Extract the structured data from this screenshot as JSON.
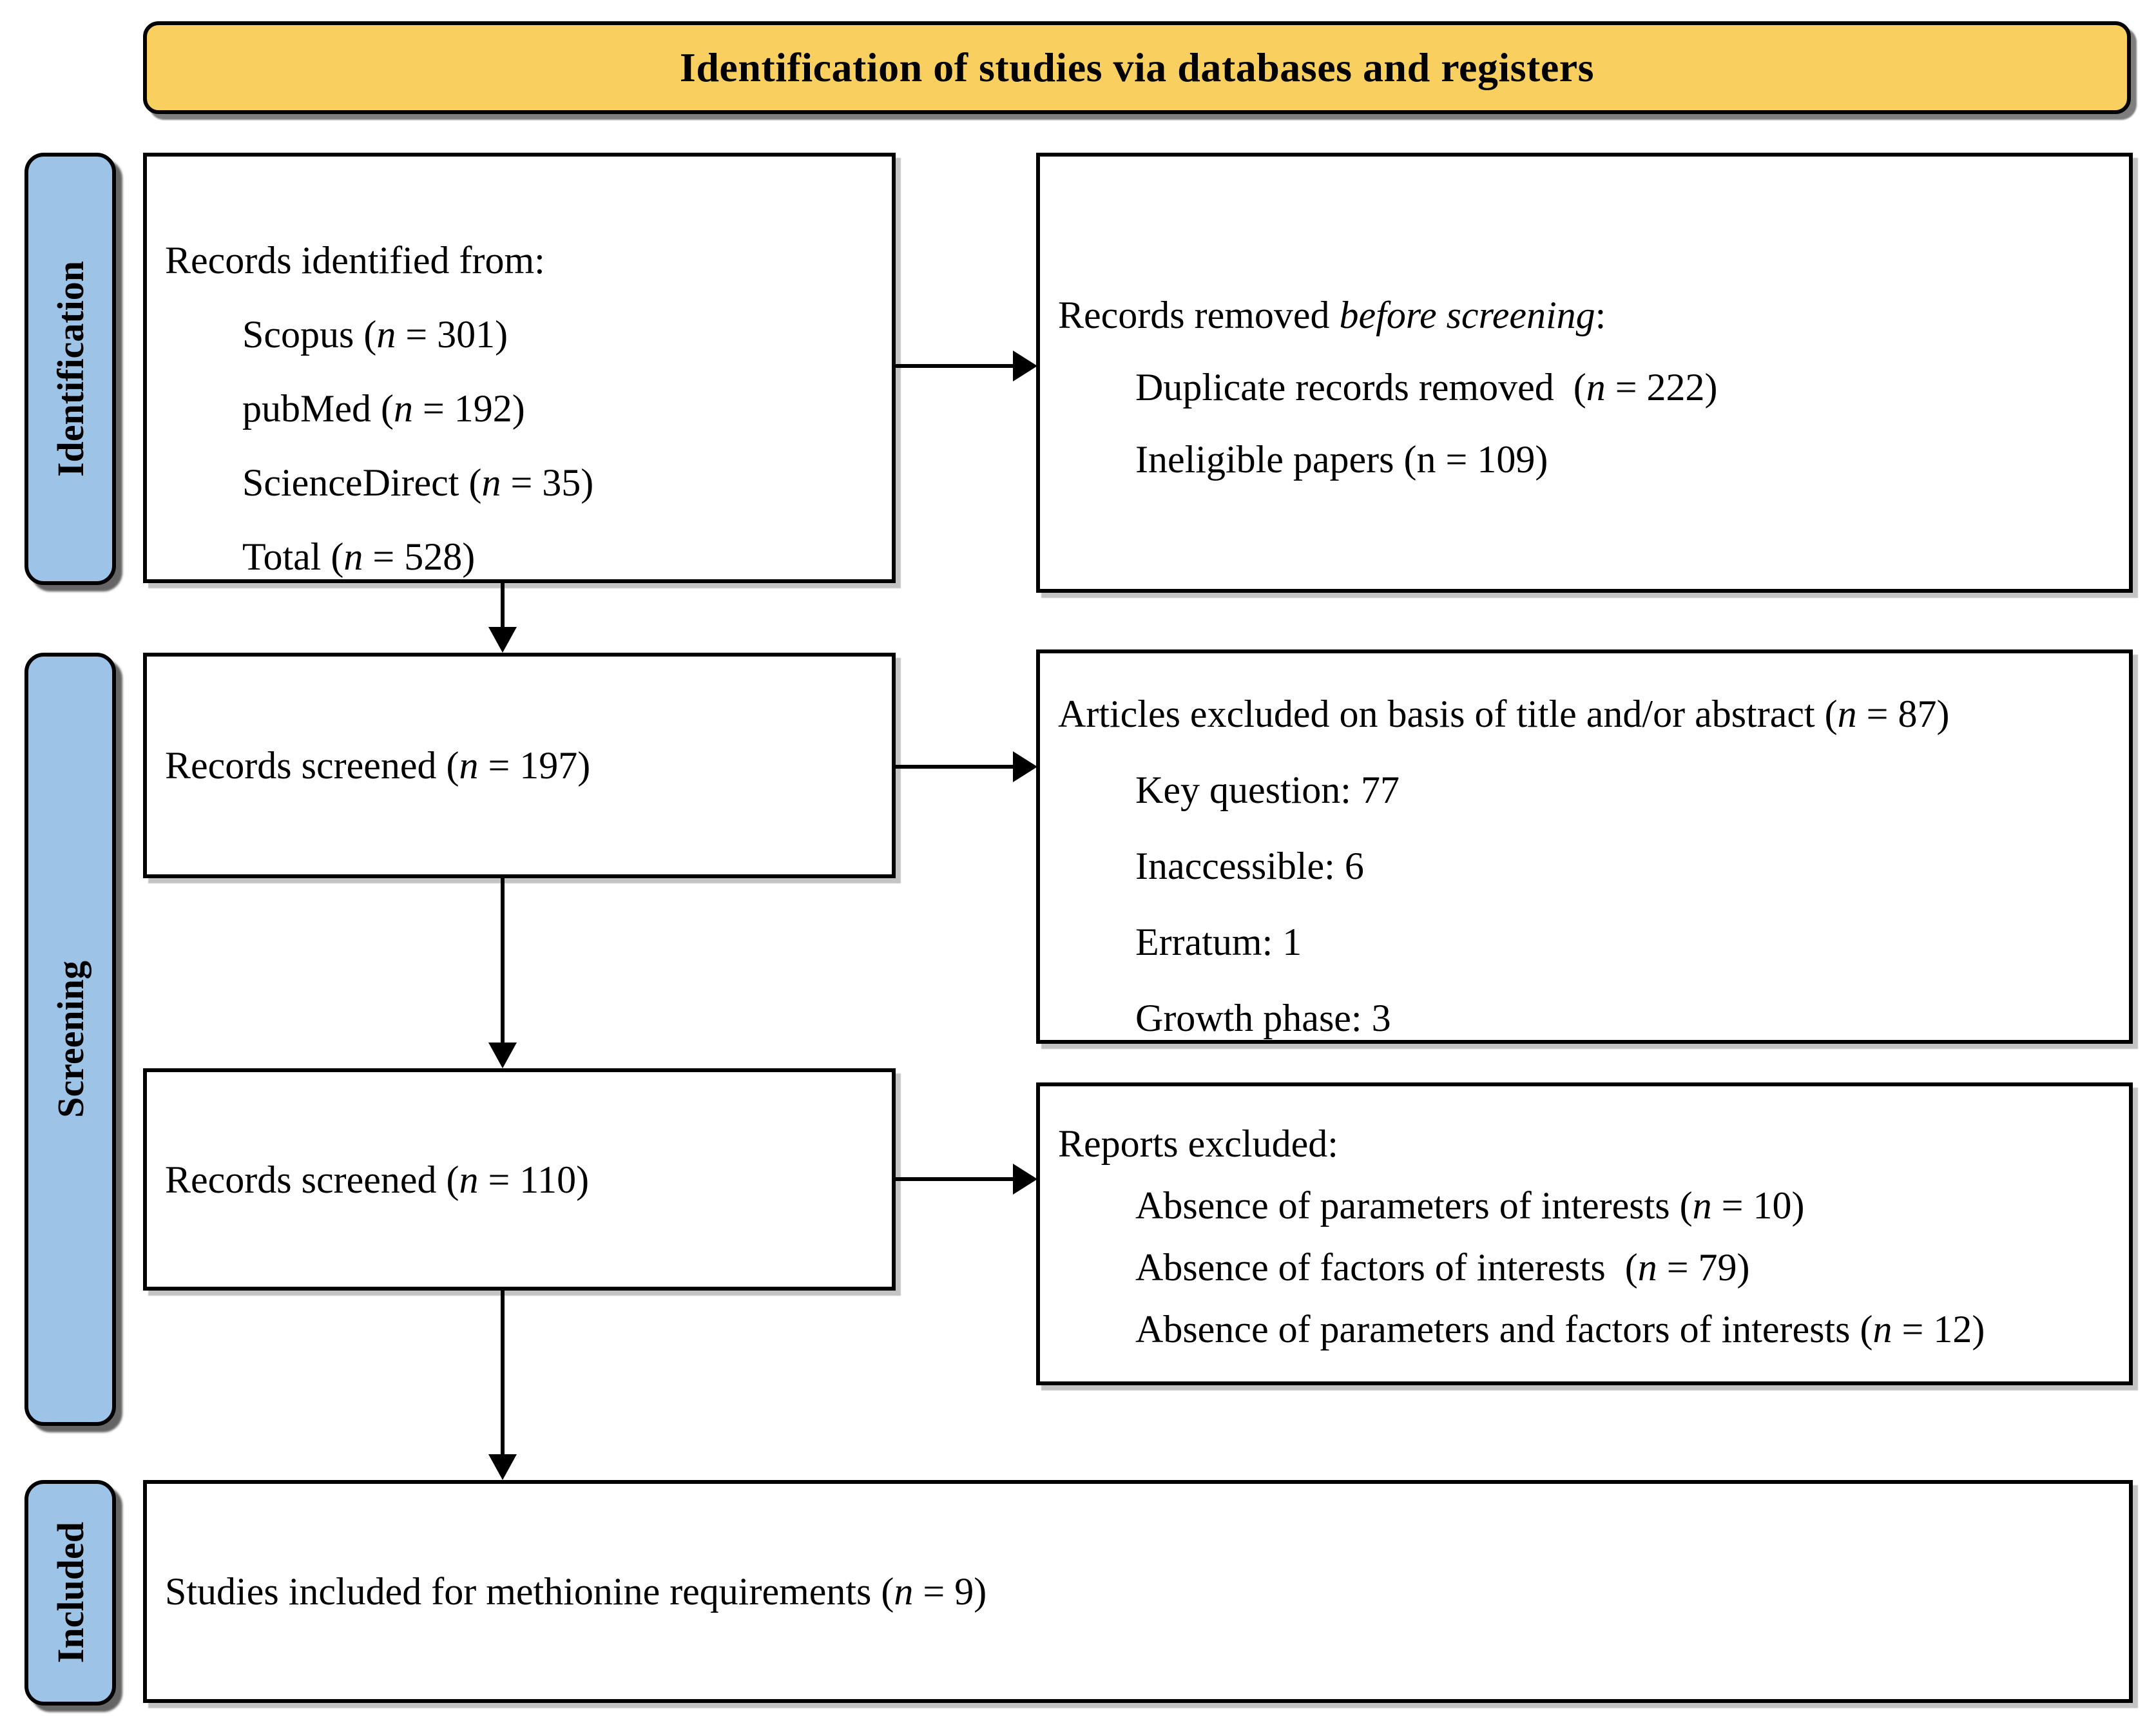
{
  "diagram": {
    "title": "Identification of studies via databases and registers",
    "stages": {
      "identification": "Identification",
      "screening": "Screening",
      "included": "Included"
    },
    "boxes": {
      "records_identified": {
        "lines": [
          [
            {
              "t": "Records identified from:",
              "i": false
            }
          ],
          [
            {
              "t": "Scopus (",
              "i": false
            },
            {
              "t": "n",
              "i": true
            },
            {
              "t": " = 301)",
              "i": false
            }
          ],
          [
            {
              "t": "pubMed (",
              "i": false
            },
            {
              "t": "n",
              "i": true
            },
            {
              "t": " = 192)",
              "i": false
            }
          ],
          [
            {
              "t": "ScienceDirect (",
              "i": false
            },
            {
              "t": "n",
              "i": true
            },
            {
              "t": " = 35)",
              "i": false
            }
          ],
          [
            {
              "t": "Total (",
              "i": false
            },
            {
              "t": "n",
              "i": true
            },
            {
              "t": " = 528)",
              "i": false
            }
          ]
        ]
      },
      "records_removed": {
        "lines": [
          [
            {
              "t": "Records removed ",
              "i": false
            },
            {
              "t": "before screening",
              "i": true
            },
            {
              "t": ":",
              "i": false
            }
          ],
          [
            {
              "t": "Duplicate records removed  (",
              "i": false
            },
            {
              "t": "n",
              "i": true
            },
            {
              "t": " = 222)",
              "i": false
            }
          ],
          [
            {
              "t": "Ineligible papers (n = 109)",
              "i": false
            }
          ]
        ]
      },
      "records_screened_197": {
        "lines": [
          [
            {
              "t": "Records screened (",
              "i": false
            },
            {
              "t": "n",
              "i": true
            },
            {
              "t": " = 197)",
              "i": false
            }
          ]
        ]
      },
      "articles_excluded": {
        "lines": [
          [
            {
              "t": "Articles excluded on basis of title and/or abstract (",
              "i": false
            },
            {
              "t": "n",
              "i": true
            },
            {
              "t": " = 87)",
              "i": false
            }
          ],
          [
            {
              "t": "Key question: 77",
              "i": false
            }
          ],
          [
            {
              "t": "Inaccessible: 6",
              "i": false
            }
          ],
          [
            {
              "t": "Erratum: 1",
              "i": false
            }
          ],
          [
            {
              "t": "Growth phase: 3",
              "i": false
            }
          ]
        ]
      },
      "records_screened_110": {
        "lines": [
          [
            {
              "t": "Records screened (",
              "i": false
            },
            {
              "t": "n",
              "i": true
            },
            {
              "t": " = 110)",
              "i": false
            }
          ]
        ]
      },
      "reports_excluded": {
        "lines": [
          [
            {
              "t": "Reports excluded:",
              "i": false
            }
          ],
          [
            {
              "t": "Absence of parameters of interests (",
              "i": false
            },
            {
              "t": "n",
              "i": true
            },
            {
              "t": " = 10)",
              "i": false
            }
          ],
          [
            {
              "t": "Absence of factors of interests  (",
              "i": false
            },
            {
              "t": "n",
              "i": true
            },
            {
              "t": " = 79)",
              "i": false
            }
          ],
          [
            {
              "t": "Absence of parameters and factors of interests (",
              "i": false
            },
            {
              "t": "n",
              "i": true
            },
            {
              "t": " = 12)",
              "i": false
            }
          ]
        ]
      },
      "studies_included": {
        "lines": [
          [
            {
              "t": "Studies included for methionine requirements (",
              "i": false
            },
            {
              "t": "n",
              "i": true
            },
            {
              "t": " = 9)",
              "i": false
            }
          ]
        ]
      }
    },
    "colors": {
      "banner_fill": "#F9CF5F",
      "stage_fill": "#9DC3E6",
      "box_fill": "#FFFFFF",
      "line_and_border": "#000000",
      "text": "#000000"
    }
  }
}
